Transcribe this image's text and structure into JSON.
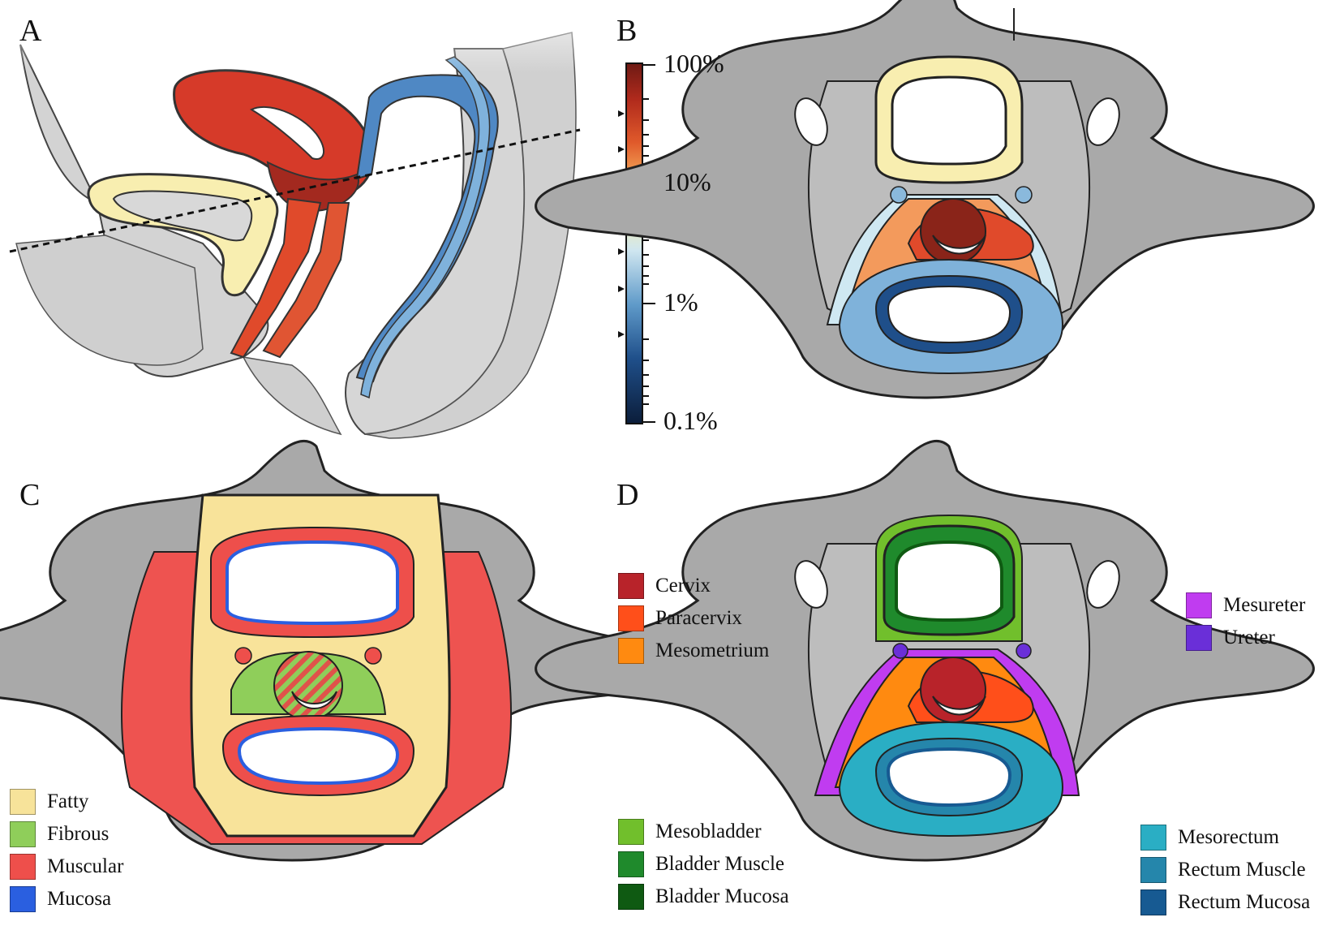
{
  "panels": {
    "a": "A",
    "b": "B",
    "c": "C",
    "d": "D"
  },
  "colorbar": {
    "labels": [
      "100%",
      "10%",
      "1%",
      "0.1%"
    ],
    "colors": [
      "#0b1d3a",
      "#1f4f8a",
      "#5f9ac9",
      "#cfe6f0",
      "#f7efb0",
      "#f6b35f",
      "#e05a2b",
      "#b02a1c",
      "#6e1a14"
    ]
  },
  "legend_c": [
    {
      "label": "Fatty",
      "color": "#f7e39a"
    },
    {
      "label": "Fibrous",
      "color": "#8fce5a"
    },
    {
      "label": "Muscular",
      "color": "#ee4f4b"
    },
    {
      "label": "Mucosa",
      "color": "#2a5fe0"
    }
  ],
  "legend_d_left_top": [
    {
      "label": "Cervix",
      "color": "#b8232a"
    },
    {
      "label": "Paracervix",
      "color": "#ff4f1a"
    },
    {
      "label": "Mesometrium",
      "color": "#ff8a10"
    }
  ],
  "legend_d_left_bottom": [
    {
      "label": "Mesobladder",
      "color": "#71bf2c"
    },
    {
      "label": "Bladder Muscle",
      "color": "#1f8a2c"
    },
    {
      "label": "Bladder Mucosa",
      "color": "#0f5a12"
    }
  ],
  "legend_d_right_top": [
    {
      "label": "Mesureter",
      "color": "#c03cf0"
    },
    {
      "label": "Ureter",
      "color": "#6a2fd8"
    }
  ],
  "legend_d_right_bottom": [
    {
      "label": "Mesorectum",
      "color": "#2aaec4"
    },
    {
      "label": "Rectum Muscle",
      "color": "#2586ab"
    },
    {
      "label": "Rectum Mucosa",
      "color": "#175a92"
    }
  ]
}
